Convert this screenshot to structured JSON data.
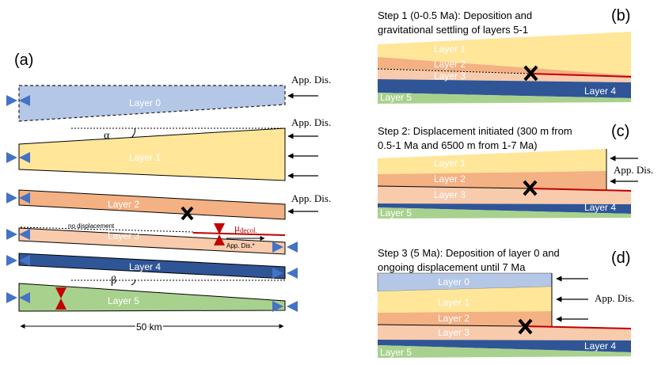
{
  "panel_a": {
    "tag": "(a)",
    "layers": [
      "Layer 0",
      "Layer 1",
      "Layer 2",
      "Layer 3",
      "Layer 4",
      "Layer 5"
    ],
    "app_dis": "App. Dis.",
    "alpha": "α",
    "beta": "β",
    "no_displacement": "no displacement",
    "mu": "μ",
    "mu_sub": "decol.",
    "app_dis_star": "App. Dis.*",
    "scale": "50 km"
  },
  "panel_b": {
    "tag": "(b)",
    "caption_1": "Step 1 (0-0.5 Ma): Deposition and",
    "caption_2": "gravitational settling of layers 5-1",
    "layers": [
      "Layer 1",
      "Layer 2",
      "Layer 3",
      "Layer 4",
      "Layer 5"
    ]
  },
  "panel_c": {
    "tag": "(c)",
    "caption_1": "Step 2: Displacement initiated (300 m from",
    "caption_2": "0.5-1 Ma and 6500 m from 1-7 Ma)",
    "app_dis": "App. Dis.",
    "layers": [
      "Layer 1",
      "Layer 2",
      "Layer 3",
      "Layer 4",
      "Layer 5"
    ]
  },
  "panel_d": {
    "tag": "(d)",
    "caption_1": "Step 3 (5 Ma): Deposition of layer 0 and",
    "caption_2": "ongoing displacement until 7 Ma",
    "app_dis": "App. Dis.",
    "layers": [
      "Layer 0",
      "Layer 1",
      "Layer 2",
      "Layer 3",
      "Layer 4",
      "Layer 5"
    ]
  },
  "colors": {
    "layer0": "#b4c7e7",
    "layer1": "#ffe699",
    "layer2": "#f4b183",
    "layer3": "#f8cbad",
    "layer4": "#2f5597",
    "layer5": "#a9d18e",
    "decollement": "#c00000",
    "boundary": "#4472c4"
  }
}
